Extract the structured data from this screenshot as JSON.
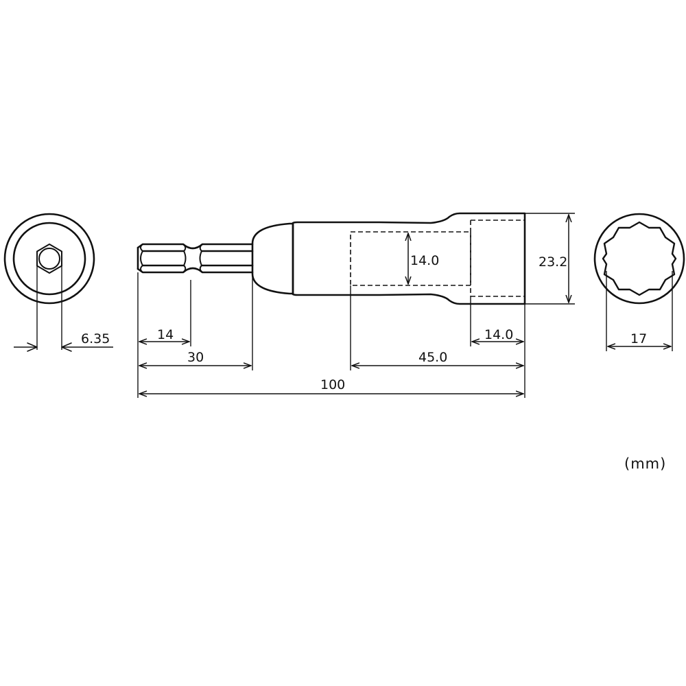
{
  "drawing": {
    "subject": "Magnetic socket nut driver bit (12-point)",
    "unit_label": "(mm)",
    "views": [
      {
        "id": "end-view-hex",
        "description": "End view of 6.35 hex shank"
      },
      {
        "id": "side-view",
        "description": "Side view of bit and socket"
      },
      {
        "id": "end-view-socket",
        "description": "End view of 12-point socket"
      }
    ],
    "dimensions": {
      "hex_shank_width": "6.35",
      "hex_tip_length": "14",
      "shank_length": "30",
      "inner_bore_diameter": "14.0",
      "socket_outer_diameter": "23.2",
      "socket_depth": "14.0",
      "bore_depth": "45.0",
      "overall_length": "100",
      "socket_size": "17"
    },
    "colors": {
      "line": "#111111",
      "background": "#ffffff"
    }
  }
}
